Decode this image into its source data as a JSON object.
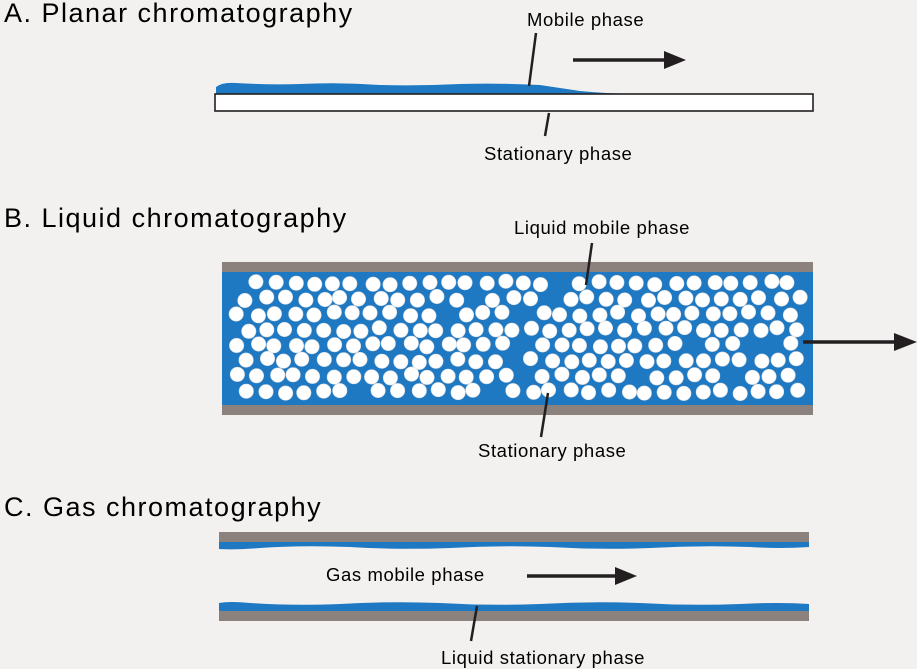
{
  "panels": [
    {
      "heading": "A.  Planar chromatography",
      "mobile_label": "Mobile phase",
      "stationary_label": "Stationary phase"
    },
    {
      "heading": "B.  Liquid chromatography",
      "mobile_label": "Liquid mobile phase",
      "stationary_label": "Stationary phase"
    },
    {
      "heading": "C.  Gas chromatography",
      "mobile_label": "Gas mobile phase",
      "stationary_label": "Liquid stationary phase"
    }
  ],
  "colors": {
    "background": "#f2f1ef",
    "liquid": "#1e78c2",
    "liquid_dark": "#0e5e9e",
    "wall": "#8b817d",
    "wall_dark": "#5e5653",
    "particle": "#ffffff",
    "ink": "#231f20"
  }
}
